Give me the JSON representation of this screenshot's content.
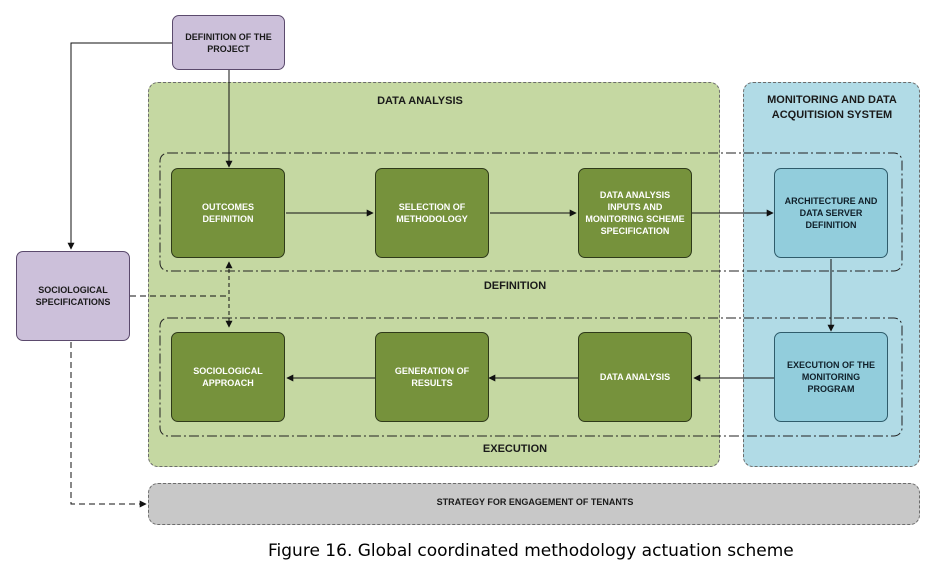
{
  "diagram": {
    "regions": {
      "data_analysis": "DATA ANALYSIS",
      "monitoring": "MONITORING AND DATA ACQUITISION SYSTEM",
      "definition": "DEFINITION",
      "execution": "EXECUTION",
      "strategy": "STRATEGY FOR ENGAGEMENT OF TENANTS"
    },
    "boxes": {
      "definition_of_project": "DEFINITION OF THE PROJECT",
      "sociological_specifications": "SOCIOLOGICAL SPECIFICATIONS",
      "outcomes_definition": "OUTCOMES DEFINITION",
      "selection_of_methodology": "SELECTION OF METHODOLOGY",
      "data_analysis_inputs": "DATA ANALYSIS INPUTS AND MONITORING SCHEME SPECIFICATION",
      "architecture": "ARCHITECTURE AND DATA SERVER DEFINITION",
      "execution_monitoring": "EXECUTION OF THE MONITORING PROGRAM",
      "data_analysis_step": "DATA ANALYSIS",
      "generation_results": "GENERATION OF RESULTS",
      "sociological_approach": "SOCIOLOGICAL APPROACH"
    },
    "caption": "Figure 16. Global coordinated methodology actuation scheme",
    "colors": {
      "data_region": "#c5d8a2",
      "monitoring_region": "#b1dbe6",
      "strategy_region": "#c8c8c8",
      "green_box": "#76923c",
      "blue_box": "#92cddc",
      "purple_box": "#ccc0da"
    }
  }
}
